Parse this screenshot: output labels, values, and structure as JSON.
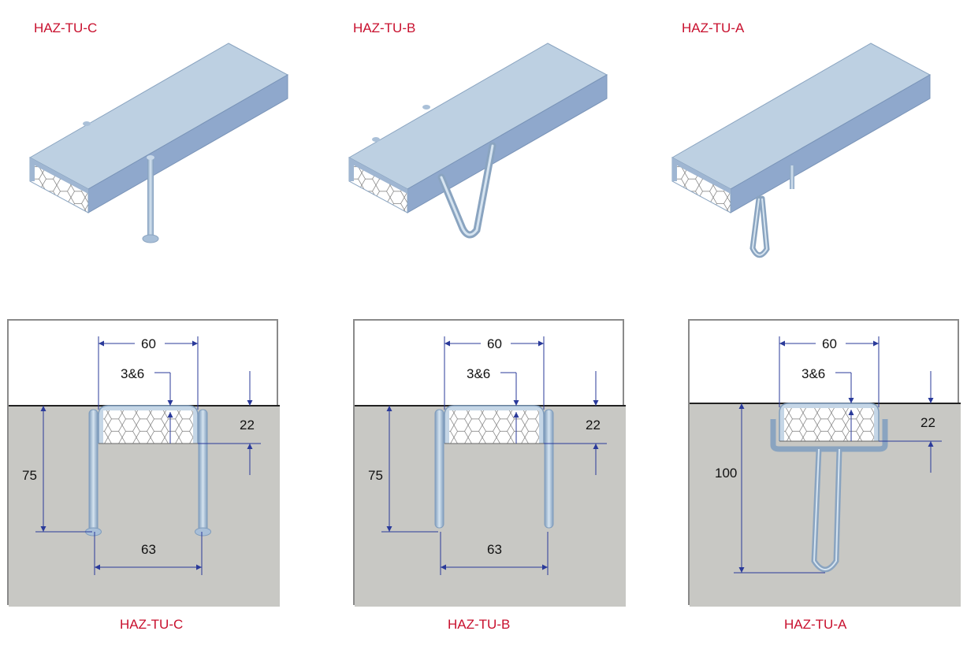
{
  "products": [
    {
      "code": "HAZ-TU-C",
      "type": "C",
      "dims": {
        "width": "60",
        "thickness": "3&6",
        "depth": "22",
        "leg": "75",
        "spacing": "63"
      }
    },
    {
      "code": "HAZ-TU-B",
      "type": "B",
      "dims": {
        "width": "60",
        "thickness": "3&6",
        "depth": "22",
        "leg": "75",
        "spacing": "63"
      }
    },
    {
      "code": "HAZ-TU-A",
      "type": "A",
      "dims": {
        "width": "60",
        "thickness": "3&6",
        "depth": "22",
        "leg": "100"
      }
    }
  ],
  "colors": {
    "label": "#c8102e",
    "steel": "#b8cde0",
    "dim": "#2a3a9a",
    "ground": "#c8c8c4"
  }
}
